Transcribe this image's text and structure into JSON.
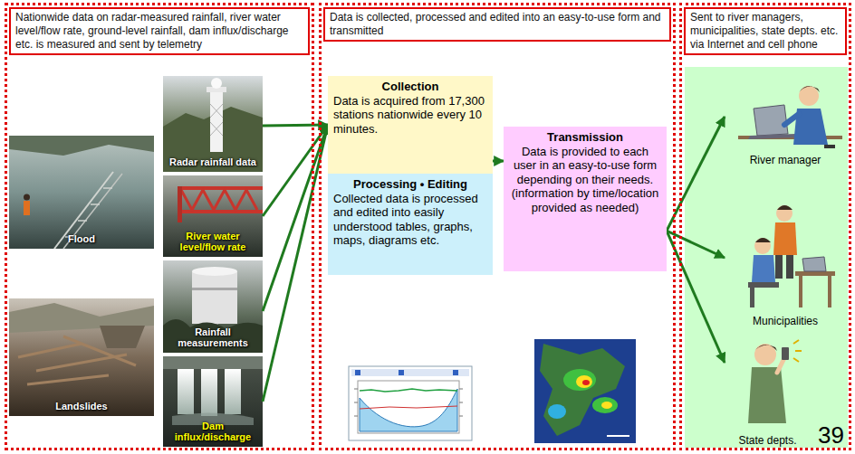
{
  "diagram": {
    "nodes": [
      {
        "text": [
          "Nationwide data on radar-measured rainfall, river water level/flow rate, ground-level rainfall, dam influx/discharge etc. is measured and sent by telemetry"
        ]
      },
      {
        "text": [
          "Flood"
        ],
        "in": 0
      },
      {
        "text": [
          "Radar rainfall data"
        ],
        "in": 0
      },
      {
        "text": [
          "River water level/flow rate"
        ],
        "in": 0
      },
      {
        "text": [
          "Rainfall measurements"
        ],
        "in": 0
      },
      {
        "text": [
          "Landslides"
        ],
        "in": 0
      },
      {
        "text": [
          "Dam influx/discharge"
        ],
        "in": 0
      },
      {
        "text": [
          "Data is collected, processed and edited into an easy-to-use form and transmitted"
        ]
      },
      {
        "text": [
          "Collection",
          "Data is acquired from 17,300 stations nationwide every 10 minutes."
        ],
        "in": 7
      },
      {
        "text": [
          "Processing • Editing",
          "Collected data is processed and edited into easily understood tables, graphs, maps, diagrams etc."
        ],
        "in": 7
      },
      {
        "text": [
          "Transmission",
          "Data is provided to each user in an easy-to-use form depending on their needs.",
          "(information by time/location provided as needed)"
        ],
        "in": 7
      },
      {
        "text": [
          "Sent to river managers, municipalities, state depts. etc. via Internet and cell phone"
        ]
      },
      {
        "text": [
          "River manager"
        ],
        "in": 11
      },
      {
        "text": [
          "Municipalities"
        ],
        "in": 11
      },
      {
        "text": [
          "State depts."
        ],
        "in": 11
      }
    ],
    "edges": [
      {
        "from": 2,
        "to": 8,
        "arrow": "to"
      },
      {
        "from": 3,
        "to": 8,
        "arrow": "to"
      },
      {
        "from": 4,
        "to": 8,
        "arrow": "to"
      },
      {
        "from": 6,
        "to": 8,
        "arrow": "to"
      },
      {
        "from": 8,
        "to": 10,
        "arrow": "to"
      },
      {
        "from": 10,
        "to": 12,
        "arrow": "to"
      },
      {
        "from": 10,
        "to": 13,
        "arrow": "to"
      },
      {
        "from": 10,
        "to": 14,
        "arrow": "to"
      }
    ],
    "labels": [
      "39"
    ]
  }
}
